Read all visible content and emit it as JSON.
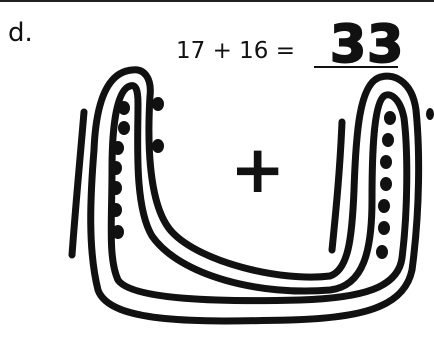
{
  "problem": {
    "letter": "d.",
    "equation": "17 + 16 =",
    "answer": "33"
  },
  "drawing": {
    "ink_color": "#111111",
    "left_group_dots": 9,
    "right_group_dots": 7,
    "operator_symbol": "+"
  }
}
